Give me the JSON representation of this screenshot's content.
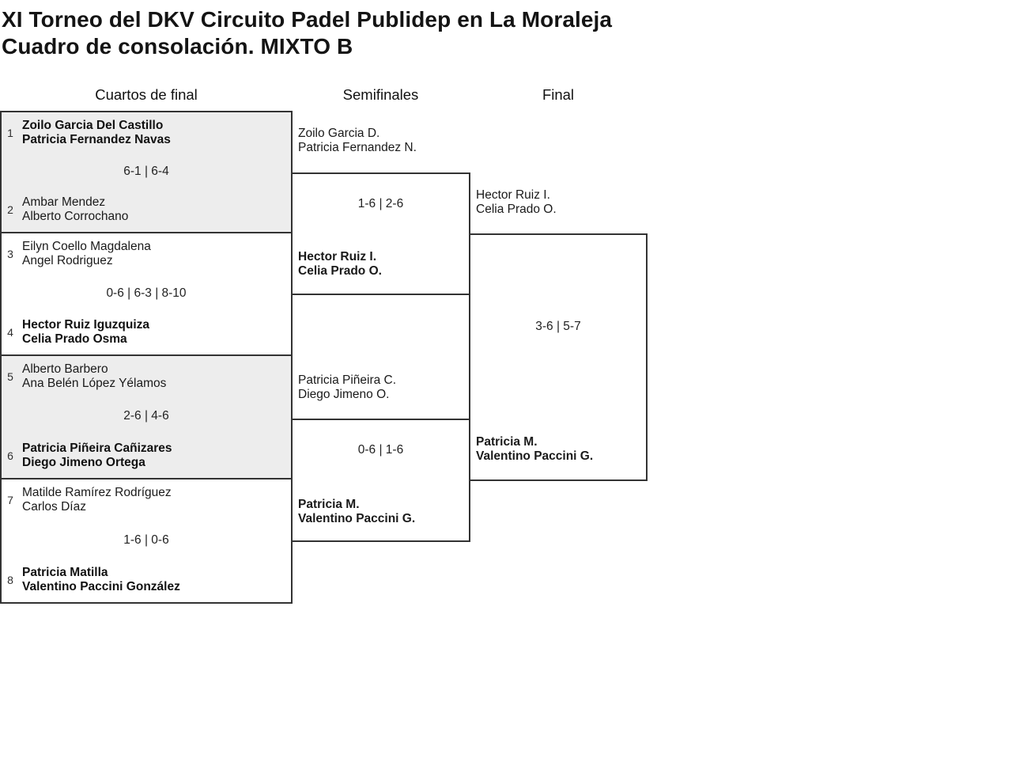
{
  "title": {
    "line1": "XI Torneo del DKV Circuito Padel Publidep en La Moraleja",
    "line2": "Cuadro de consolación. MIXTO B"
  },
  "rounds": {
    "quarterfinals_label": "Cuartos de final",
    "semifinals_label": "Semifinales",
    "final_label": "Final"
  },
  "colors": {
    "line": "#333333",
    "shaded_match_bg": "#ededed",
    "text": "#1a1a1a"
  },
  "bracket": {
    "quarterfinals": [
      {
        "seed_a": "1",
        "team_a": [
          "Zoilo Garcia Del Castillo",
          "Patricia Fernandez Navas"
        ],
        "score": "6-1 | 6-4",
        "seed_b": "2",
        "team_b": [
          "Ambar Mendez",
          "Alberto Corrochano"
        ],
        "winner": "team_a"
      },
      {
        "seed_a": "3",
        "team_a": [
          "Eilyn Coello Magdalena",
          "Angel Rodriguez"
        ],
        "score": "0-6 | 6-3 | 8-10",
        "seed_b": "4",
        "team_b": [
          "Hector Ruiz Iguzquiza",
          "Celia Prado Osma"
        ],
        "winner": "team_b"
      },
      {
        "seed_a": "5",
        "team_a": [
          "Alberto Barbero",
          "Ana Belén López Yélamos"
        ],
        "score": "2-6 | 4-6",
        "seed_b": "6",
        "team_b": [
          "Patricia Piñeira Cañizares",
          "Diego Jimeno Ortega"
        ],
        "winner": "team_b"
      },
      {
        "seed_a": "7",
        "team_a": [
          "Matilde Ramírez Rodríguez",
          "Carlos Díaz"
        ],
        "score": "1-6 | 0-6",
        "seed_b": "8",
        "team_b": [
          "Patricia Matilla",
          "Valentino Paccini González"
        ],
        "winner": "team_b"
      }
    ],
    "semifinals": [
      {
        "team_a": [
          "Zoilo Garcia D.",
          "Patricia Fernandez N."
        ],
        "score": "1-6 | 2-6",
        "team_b": [
          "Hector Ruiz I.",
          "Celia Prado O."
        ],
        "winner": "team_b"
      },
      {
        "team_a": [
          "Patricia Piñeira C.",
          "Diego Jimeno O."
        ],
        "score": "0-6 | 1-6",
        "team_b": [
          "Patricia M.",
          "Valentino Paccini G."
        ],
        "winner": "team_b"
      }
    ],
    "final": {
      "team_a": [
        "Hector Ruiz I.",
        "Celia Prado O."
      ],
      "score": "3-6 | 5-7",
      "team_b": [
        "Patricia M.",
        "Valentino Paccini G."
      ],
      "winner": "team_b"
    }
  }
}
